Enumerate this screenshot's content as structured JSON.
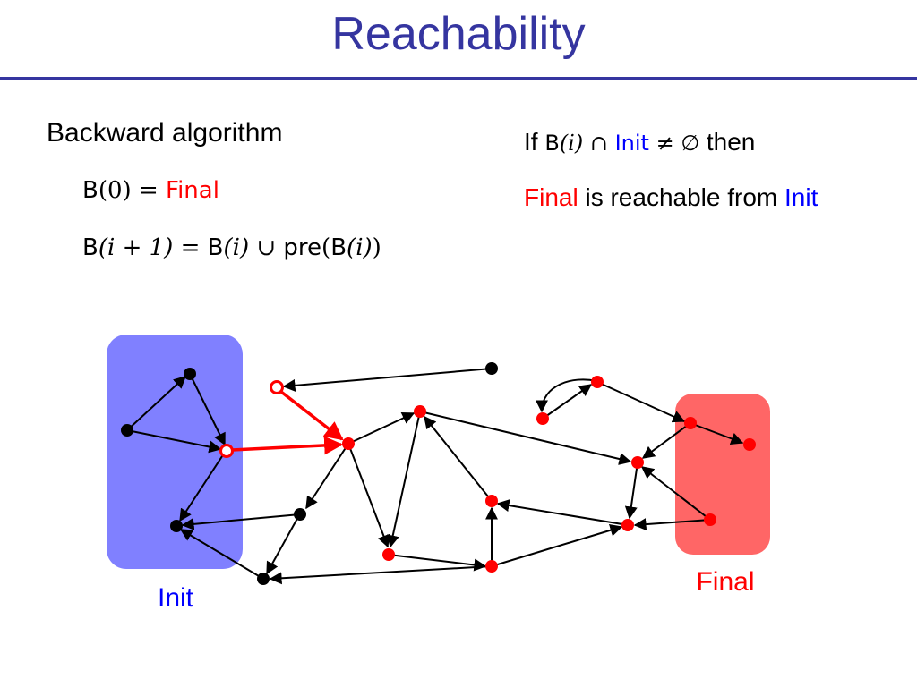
{
  "title": "Reachability",
  "left": {
    "heading": "Backward algorithm",
    "formula1": {
      "b": "B",
      "arg": "(0)",
      "eq": " = ",
      "rhs": "Final"
    },
    "formula2": {
      "b1": "B",
      "arg1": "(i + 1)",
      "eq": " = ",
      "b2": "B",
      "arg2": "(i)",
      "union": " ∪ ",
      "pre": "pre",
      "open": "(",
      "b3": "B",
      "arg3": "(i)",
      "close": ")"
    }
  },
  "right": {
    "line1": {
      "if": "If ",
      "b": "B",
      "arg": "(i)",
      "cap": " ∩ ",
      "init": "Init",
      "neq": " ≠ ∅ ",
      "then": " then"
    },
    "line2": {
      "final": "Final",
      "middle": " is reachable from ",
      "init": "Init"
    }
  },
  "regions": {
    "init_label": "Init",
    "final_label": "Final"
  },
  "colors": {
    "title": "#3535a0",
    "init_region": "#8080ff",
    "final_region": "#ff6666",
    "red_node": "#ff0000",
    "black_node": "#000000",
    "highlight_edge": "#ff0000",
    "edge": "#000000"
  }
}
